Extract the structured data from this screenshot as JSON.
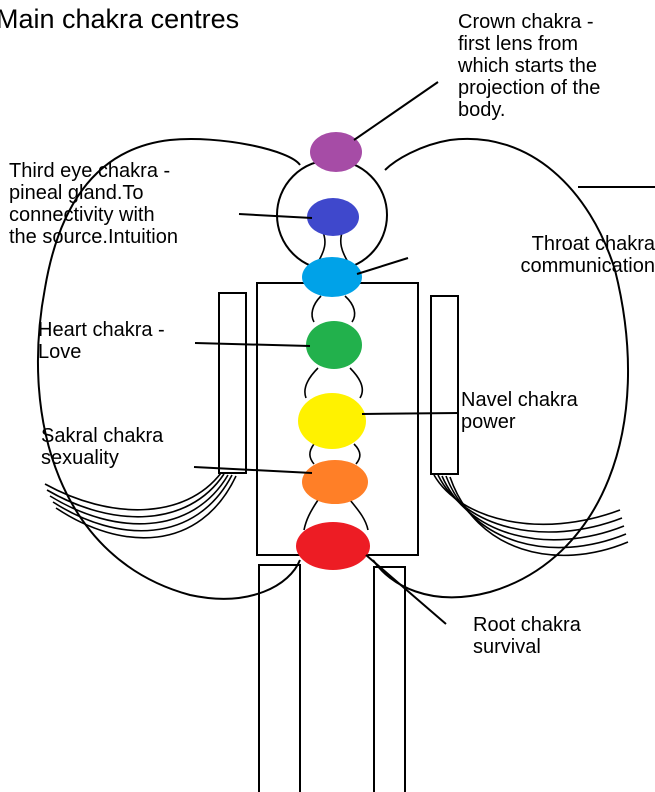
{
  "title": "Main chakra centres",
  "chakras": [
    {
      "id": "crown",
      "color": "#A64CA6",
      "label": "Crown chakra -\nfirst lens from\nwhich starts the\nprojection of the\nbody."
    },
    {
      "id": "third-eye",
      "color": "#3F48CC",
      "label": "Third eye chakra -\npineal gland.To\nconnectivity with\nthe source.Intuition"
    },
    {
      "id": "throat",
      "color": "#00A2E8",
      "label": "Throat chakra\ncommunication"
    },
    {
      "id": "heart",
      "color": "#22B14C",
      "label": "Heart chakra -\n  Love"
    },
    {
      "id": "navel",
      "color": "#FFF200",
      "label": "Navel chakra\n  power"
    },
    {
      "id": "sacral",
      "color": "#FF7F27",
      "label": "Sakral chakra\n  sexuality"
    },
    {
      "id": "root",
      "color": "#ED1C24",
      "label": "Root chakra\nsurvival"
    }
  ]
}
